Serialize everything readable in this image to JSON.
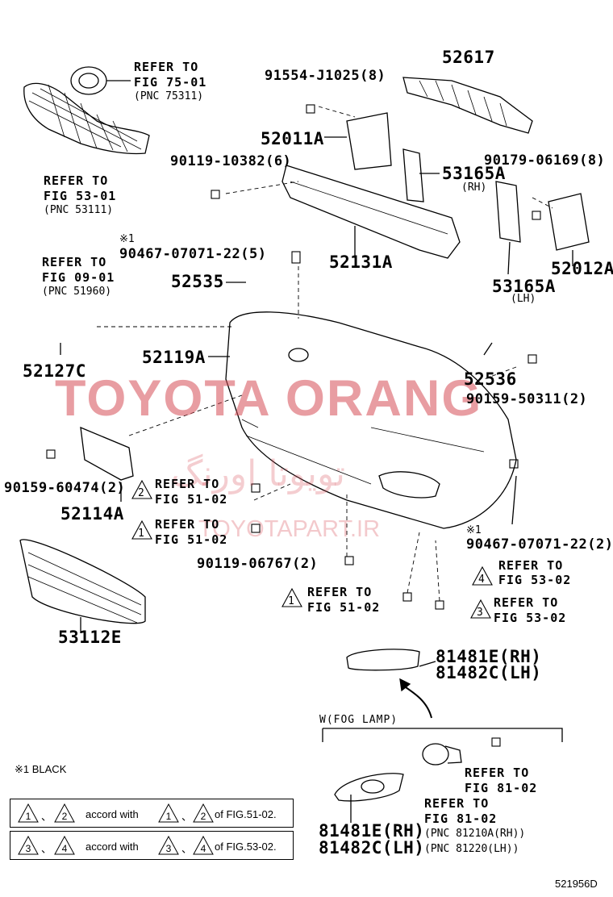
{
  "parts": {
    "p52617": "52617",
    "p91554": "91554-J1025(8)",
    "p52011a": "52011A",
    "p90119_10382": "90119-10382(6)",
    "p53165a_rh": "53165A",
    "rh": "(RH)",
    "p90179": "90179-06169(8)",
    "note1_a": "※1",
    "p90467_a": "90467-07071-22(5)",
    "p52131a": "52131A",
    "p52012a": "52012A",
    "p52535": "52535",
    "p53165a_lh": "53165A",
    "lh": "(LH)",
    "p52119a": "52119A",
    "p52127c": "52127C",
    "p52536": "52536",
    "p90159_50311": "90159-50311(2)",
    "p90159_60474": "90159-60474(2)",
    "p52114a": "52114A",
    "p90119_06767": "90119-06767(2)",
    "note1_b": "※1",
    "p90467_b": "90467-07071-22(2)",
    "p53112e": "53112E",
    "p81481e_top": "81481E(RH)",
    "p81482c_top": "81482C(LH)",
    "p81481e_bot": "81481E(RH)",
    "p81482c_bot": "81482C(LH)",
    "fog_lamp": "W(FOG LAMP)",
    "black_note": "※1 BLACK",
    "drawing_no": "521956D"
  },
  "refs": {
    "r1_a": "REFER TO",
    "r1_b": "FIG 75-01",
    "r1_c": "(PNC 75311)",
    "r2_a": "REFER TO",
    "r2_b": "FIG 53-01",
    "r2_c": "(PNC 53111)",
    "r3_a": "REFER TO",
    "r3_b": "FIG 09-01",
    "r3_c": "(PNC 51960)",
    "r4_a": "REFER TO",
    "r4_b": "FIG 51-02",
    "r4_m": "2",
    "r5_a": "REFER TO",
    "r5_b": "FIG 51-02",
    "r5_m": "1",
    "r6_a": "REFER TO",
    "r6_b": "FIG 53-02",
    "r6_m": "4",
    "r7_a": "REFER TO",
    "r7_b": "FIG 51-02",
    "r7_m": "1",
    "r8_a": "REFER TO",
    "r8_b": "FIG 53-02",
    "r8_m": "3",
    "r9_a": "REFER TO",
    "r9_b": "FIG 81-02",
    "r10_a": "REFER TO",
    "r10_b": "FIG 81-02",
    "r10_c": "(PNC 81210A(RH))",
    "r10_d": "(PNC 81220(LH))"
  },
  "legend": {
    "row1": {
      "m1": "1",
      "sep1": "、",
      "m2": "2",
      "text": "accord with",
      "m3": "1",
      "sep2": "、",
      "m4": "2",
      "tail": "of FIG.51-02."
    },
    "row2": {
      "m1": "3",
      "sep1": "、",
      "m2": "4",
      "text": "accord with",
      "m3": "3",
      "sep2": "、",
      "m4": "4",
      "tail": "of FIG.53-02."
    }
  },
  "watermark": {
    "main": "TOYOTA ORANG",
    "farsi": "تویوتا اورنگ",
    "url": "TOYOTAPART.IR"
  }
}
